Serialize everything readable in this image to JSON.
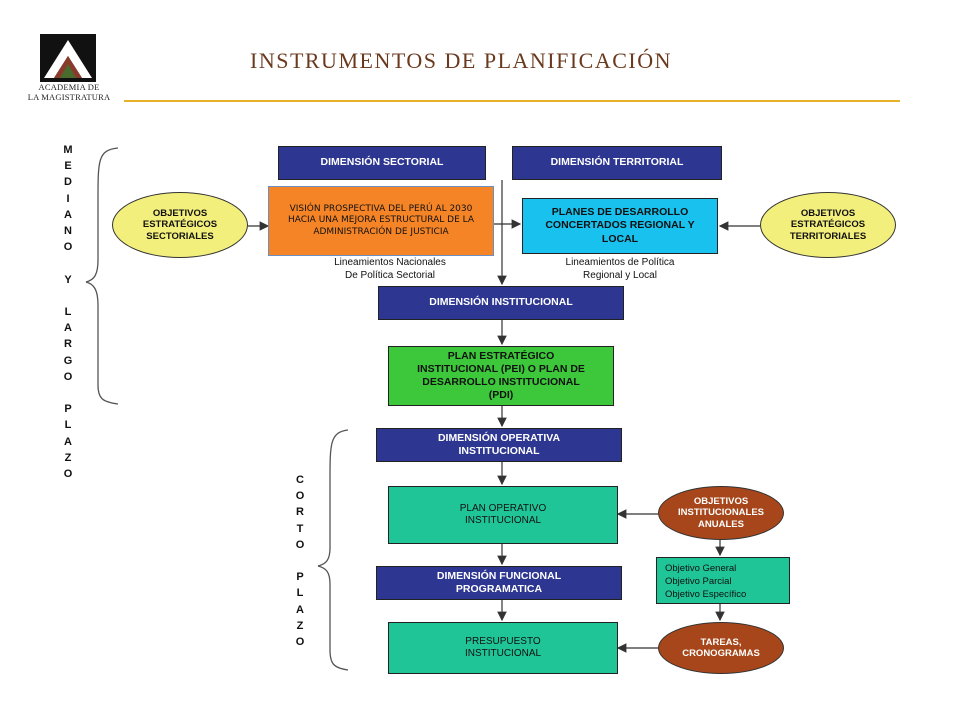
{
  "header": {
    "logo_text": [
      "ACADEMIA DE",
      "LA MAGISTRATURA"
    ],
    "title": "INSTRUMENTOS DE PLANIFICACIÓN"
  },
  "diagram": {
    "side_labels": {
      "long_term": [
        "M",
        "E",
        "D",
        "I",
        "A",
        "N",
        "O",
        "",
        "Y",
        "",
        "L",
        "A",
        "R",
        "G",
        "O",
        "",
        "P",
        "L",
        "A",
        "Z",
        "O"
      ],
      "short_term": [
        "C",
        "O",
        "R",
        "T",
        "O",
        "",
        "P",
        "L",
        "A",
        "Z",
        "O"
      ]
    },
    "boxes": {
      "dim_sectorial": "DIMENSIÓN SECTORIAL",
      "dim_territorial": "DIMENSIÓN TERRITORIAL",
      "vision": "VISIÓN PROSPECTIVA  DEL PERÚ AL 2030 HACIA UNA MEJORA ESTRUCTURAL DE LA ADMINISTRACIÓN DE JUSTICIA",
      "planes_desarrollo": "PLANES DE DESARROLLO CONCERTADOS REGIONAL Y LOCAL",
      "dim_institucional": "DIMENSIÓN INSTITUCIONAL",
      "plan_estrategico": "PLAN ESTRATÉGICO INSTITUCIONAL (PEI) O PLAN DE DESARROLLO INSTITUCIONAL (PDI)",
      "dim_operativa": "DIMENSIÓN OPERATIVA INSTITUCIONAL",
      "plan_operativo": "PLAN OPERATIVO INSTITUCIONAL",
      "dim_funcional": "DIMENSIÓN FUNCIONAL PROGRAMATICA",
      "presupuesto": "PRESUPUESTO INSTITUCIONAL"
    },
    "ellipses": {
      "obj_sectoriales": "OBJETIVOS ESTRATÉGICOS SECTORIALES",
      "obj_territoriales": "OBJETIVOS ESTRATÉGICOS TERRITORIALES",
      "obj_anuales": "OBJETIVOS INSTITUCIONALES ANUALES",
      "tareas": "TAREAS, CRONOGRAMAS"
    },
    "captions": {
      "lineamientos_sectorial": [
        "Lineamientos Nacionales",
        "De Política Sectorial"
      ],
      "lineamientos_regional": [
        "Lineamientos de Política",
        "Regional y Local"
      ]
    },
    "objetivos_list": [
      "Objetivo General",
      "Objetivo Parcial",
      "Objetivo Específico"
    ]
  },
  "colors": {
    "dimension": "#2d3691",
    "green": "#3cc83a",
    "cyan": "#18c1ee",
    "teal": "#1fc596",
    "orange": "#f58426",
    "yellow": "#f3ef7c",
    "brown": "#a6461a",
    "accent_rule": "#e7b22b",
    "title": "#6b3a1e"
  }
}
